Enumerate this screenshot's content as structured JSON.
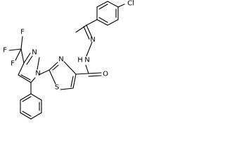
{
  "molecule": {
    "atoms": {
      "cl": "Cl",
      "n_hydrazone": "N",
      "n_hydrazide": "N",
      "h_hydrazide": "H",
      "oxygen": "O",
      "n_thiazole": "N",
      "s_thiazole": "S",
      "n_pyrazole_2": "N",
      "n_pyrazole_1": "N",
      "f_top": "F",
      "f_left": "F",
      "f_bottom": "F"
    },
    "colors": {
      "ink": "#000000",
      "background": "#ffffff"
    }
  }
}
